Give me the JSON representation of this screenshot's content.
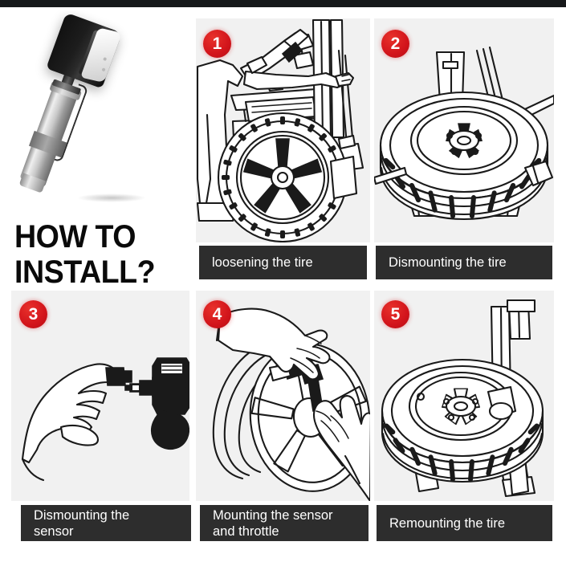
{
  "hero": {
    "title_line1": "HOW TO",
    "title_line2": "INSTALL?",
    "product_name": "tpms-sensor"
  },
  "steps": [
    {
      "number": "1",
      "caption": "loosening the tire",
      "illustration": "person-at-tire-changing-machine"
    },
    {
      "number": "2",
      "caption": "Dismounting the tire",
      "illustration": "wheel-on-machine-with-bead-breaker"
    },
    {
      "number": "3",
      "caption_line1": "Dismounting the",
      "caption_line2": "sensor",
      "caption": "Dismounting the sensor",
      "illustration": "hand-holding-valve-cap-beside-sensor"
    },
    {
      "number": "4",
      "caption_line1": "Mounting the sensor",
      "caption_line2": "and throttle",
      "caption": "Mounting the sensor and throttle",
      "illustration": "hands-mounting-sensor-to-rim"
    },
    {
      "number": "5",
      "caption": "Remounting the tire",
      "illustration": "wheel-being-remounted-on-machine"
    }
  ],
  "colors": {
    "badge_red": "#d2141b",
    "caption_bar": "#2d2d2d",
    "panel_bg": "#f1f1f1",
    "top_bar": "#16181a",
    "line_art": "#1a1a1a",
    "page_bg": "#ffffff"
  }
}
